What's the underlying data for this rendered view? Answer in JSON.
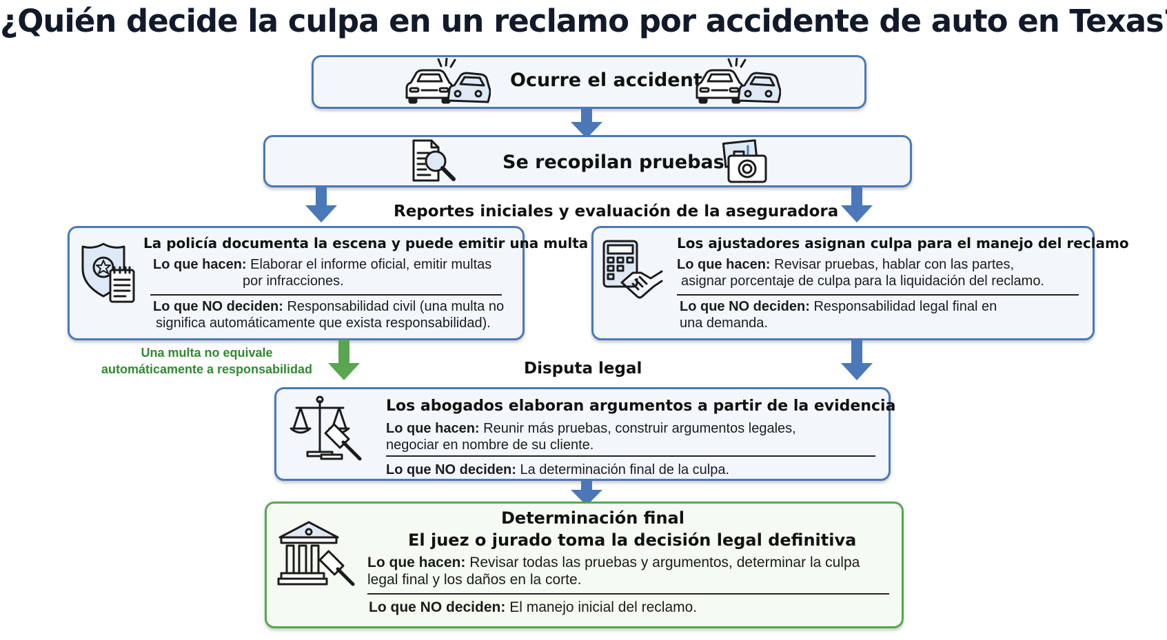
{
  "title": "¿Quién decide la culpa en un reclamo por accidente de auto en Texas?",
  "colors": {
    "blue": "#4a78b8",
    "green": "#5aa550",
    "note_green": "#2f8a2f",
    "box_fill": "#f3f7fc"
  },
  "step1": {
    "title": "Ocurre el accidente",
    "icons": [
      "car-crash-icon",
      "car-crash-icon"
    ]
  },
  "step2": {
    "title": "Se recopilan pruebas",
    "icons": [
      "document-magnifier-icon",
      "camera-photo-icon"
    ]
  },
  "section_label_1": "Reportes iniciales y evaluación de la aseguradora",
  "police": {
    "title": "La policía documenta la escena y puede emitir una multa",
    "do_label": "Lo que hacen:",
    "do_text_1": "Elaborar el informe oficial, emitir multas",
    "do_text_2": "por infracciones.",
    "not_label": "Lo que NO deciden:",
    "not_text_1": "Responsabilidad civil (una multa no",
    "not_text_2": "significa automáticamente que exista responsabilidad).",
    "icon": "police-badge-report-icon"
  },
  "adjusters": {
    "title": "Los ajustadores asignan culpa para el manejo del reclamo",
    "do_label": "Lo que hacen:",
    "do_text_1": "Revisar pruebas, hablar con las partes,",
    "do_text_2": "asignar porcentaje de culpa para la liquidación del reclamo.",
    "not_label": "Lo que NO deciden:",
    "not_text_1": "Responsabilidad legal final en",
    "not_text_2": "una demanda.",
    "icon": "calculator-handshake-icon"
  },
  "note_line_1": "Una multa no equivale",
  "note_line_2": "automáticamente a responsabilidad",
  "section_label_2": "Disputa legal",
  "lawyers": {
    "title": "Los abogados elaboran argumentos a partir de la evidencia",
    "do_label": "Lo que hacen:",
    "do_text_1": "Reunir más pruebas, construir argumentos legales,",
    "do_text_2": "negociar en nombre de su cliente.",
    "not_label": "Lo que NO deciden:",
    "not_text_1": "La determinación final de la culpa.",
    "icon": "scales-gavel-icon"
  },
  "final": {
    "title_1": "Determinación final",
    "title_2": "El juez o jurado toma la decisión legal definitiva",
    "do_label": "Lo que hacen:",
    "do_text_1": "Revisar todas las pruebas y argumentos, determinar la culpa",
    "do_text_2": "legal final y los daños en la corte.",
    "not_label": "Lo que NO deciden:",
    "not_text_1": "El manejo inicial del reclamo.",
    "icon": "courthouse-gavel-icon"
  }
}
